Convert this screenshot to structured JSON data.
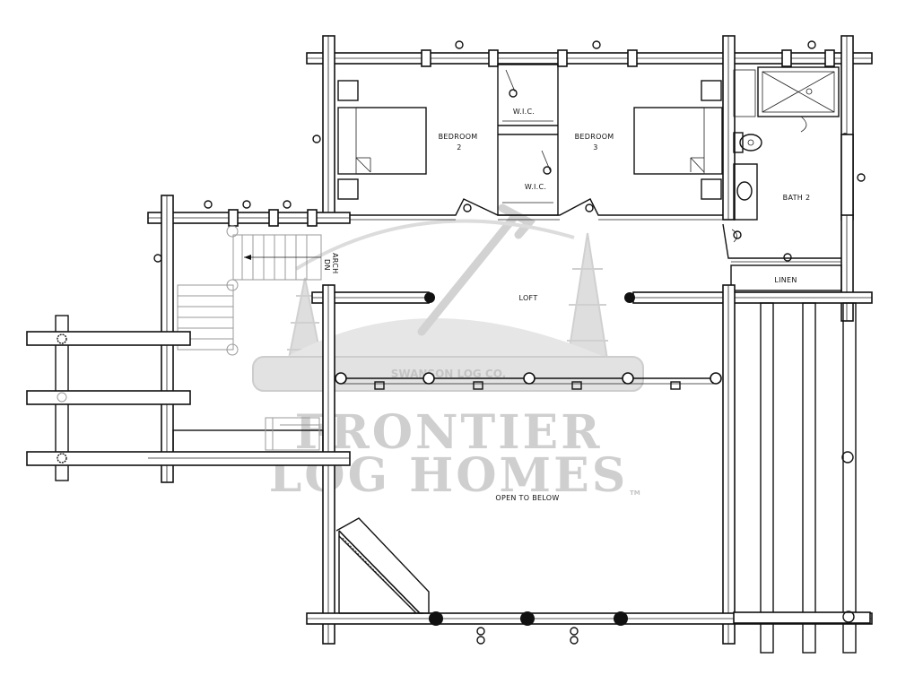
{
  "plan": {
    "rooms": {
      "bedroom2": [
        "BEDROOM",
        "2"
      ],
      "bedroom3": [
        "BEDROOM",
        "3"
      ],
      "wic_top": "W.I.C.",
      "wic_bottom": "W.I.C.",
      "bath2": "BATH 2",
      "linen": "LINEN",
      "loft": "LOFT",
      "open_to_below": "OPEN TO BELOW"
    },
    "stair": {
      "dn": "DN",
      "arch": "ARCH"
    },
    "watermark": {
      "banner": "SWANSON LOG CO.",
      "line1": "FRONTIER",
      "line2": "LOG HOMES",
      "tm": "TM"
    }
  }
}
